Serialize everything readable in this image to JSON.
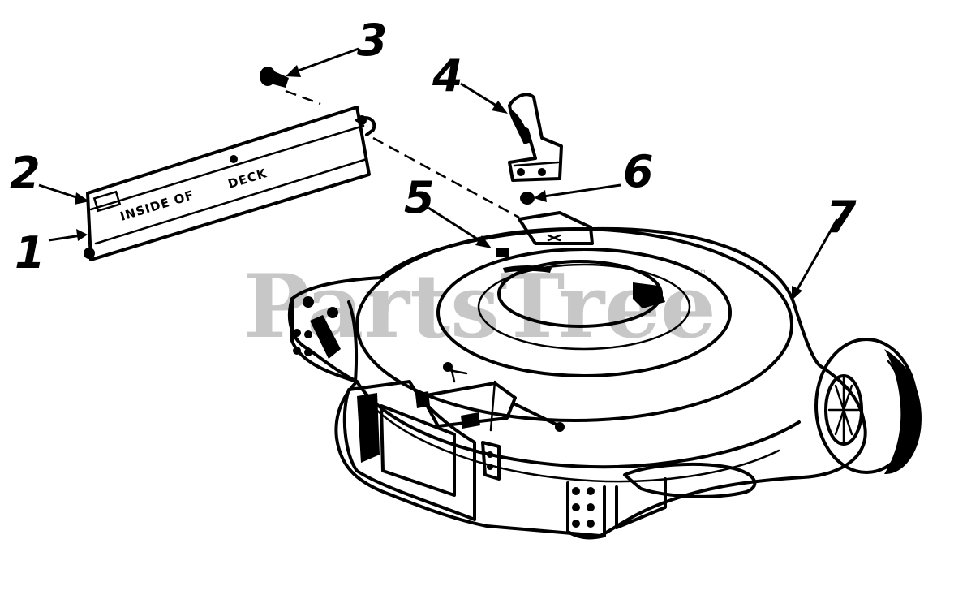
{
  "diagram": {
    "callouts": [
      {
        "id": "1",
        "label": "1"
      },
      {
        "id": "2",
        "label": "2"
      },
      {
        "id": "3",
        "label": "3"
      },
      {
        "id": "4",
        "label": "4"
      },
      {
        "id": "5",
        "label": "5"
      },
      {
        "id": "6",
        "label": "6"
      },
      {
        "id": "7",
        "label": "7"
      }
    ],
    "plate_stamp": {
      "left": "INSIDE OF",
      "right": "DECK"
    },
    "watermark": {
      "text": "PartsTree",
      "trademark": "™"
    },
    "parts_depicted": [
      "baffle-plate",
      "baffle-rivet",
      "bolt",
      "handle-bracket",
      "label",
      "nut",
      "mower-deck"
    ],
    "colors": {
      "ink": "#000000",
      "background": "#ffffff",
      "watermark": "#b5b5b5"
    }
  }
}
